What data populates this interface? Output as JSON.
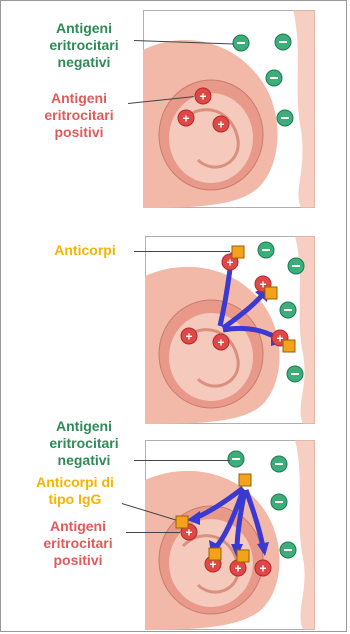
{
  "panel1": {
    "negative_label": [
      "Antigeni",
      "eritrocitari",
      "negativi"
    ],
    "positive_label": [
      "Antigeni",
      "eritrocitari",
      "positivi"
    ]
  },
  "panel2": {
    "antibody_label": "Anticorpi"
  },
  "panel3": {
    "negative_label": [
      "Antigeni",
      "eritrocitari",
      "negativi"
    ],
    "igg_label": [
      "Anticorpi di",
      "tipo IgG"
    ],
    "positive_label": [
      "Antigeni",
      "eritrocitari",
      "positivi"
    ]
  },
  "colors": {
    "green": "#2e8b57",
    "red": "#e25a5a",
    "yellow": "#f4b400",
    "arrow": "#3a3ad0",
    "skin": "#f3b9a8",
    "skin_dark": "#e8998a"
  }
}
